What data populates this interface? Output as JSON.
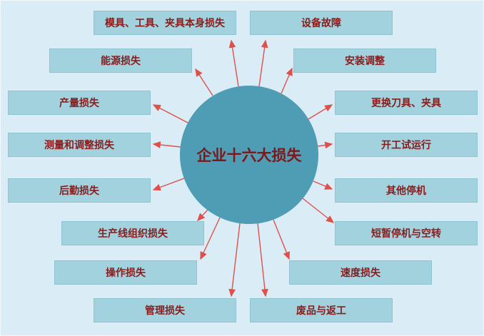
{
  "diagram": {
    "title": "企业十六大损失",
    "center_label": "企业十六大损失",
    "boxes": [
      {
        "label": "模具、工具、夹具本身损失"
      },
      {
        "label": "能源损失"
      },
      {
        "label": "产量损失"
      },
      {
        "label": "测量和调整损失"
      },
      {
        "label": "后勤损失"
      },
      {
        "label": "生产线组织损失"
      },
      {
        "label": "操作损失"
      },
      {
        "label": "管理损失"
      },
      {
        "label": "设备故障"
      },
      {
        "label": "安装调整"
      },
      {
        "label": "更换刀具、夹具"
      },
      {
        "label": "开工试运行"
      },
      {
        "label": "其他停机"
      },
      {
        "label": "短暂停机与空转"
      },
      {
        "label": "速度损失"
      },
      {
        "label": "废品与返工"
      }
    ],
    "colors": {
      "background": "#daedf7",
      "box_fill": "#a2d2dd",
      "circle_fill": "#4e9db5",
      "text": "#8a1c1c",
      "arrow": "#e0504a"
    }
  }
}
